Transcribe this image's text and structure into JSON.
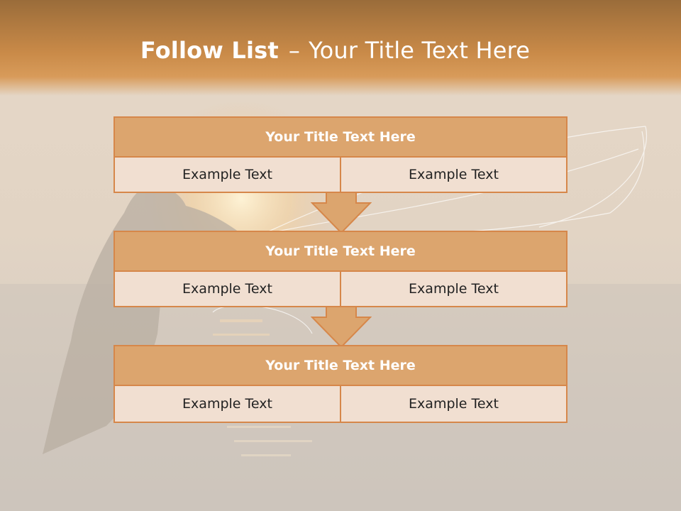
{
  "slide": {
    "title_bold": "Follow List",
    "title_separator": "–",
    "title_rest": "Your Title Text Here"
  },
  "boxes": [
    {
      "title": "Your Title Text Here",
      "left": "Example Text",
      "right": "Example Text"
    },
    {
      "title": "Your Title Text Here",
      "left": "Example Text",
      "right": "Example Text"
    },
    {
      "title": "Your Title Text Here",
      "left": "Example Text",
      "right": "Example Text"
    }
  ],
  "colors": {
    "accent": "#d6874a",
    "box_title_fill": "#dca56e",
    "cell_fill": "#f1dfd1",
    "header": "#c98a48"
  }
}
